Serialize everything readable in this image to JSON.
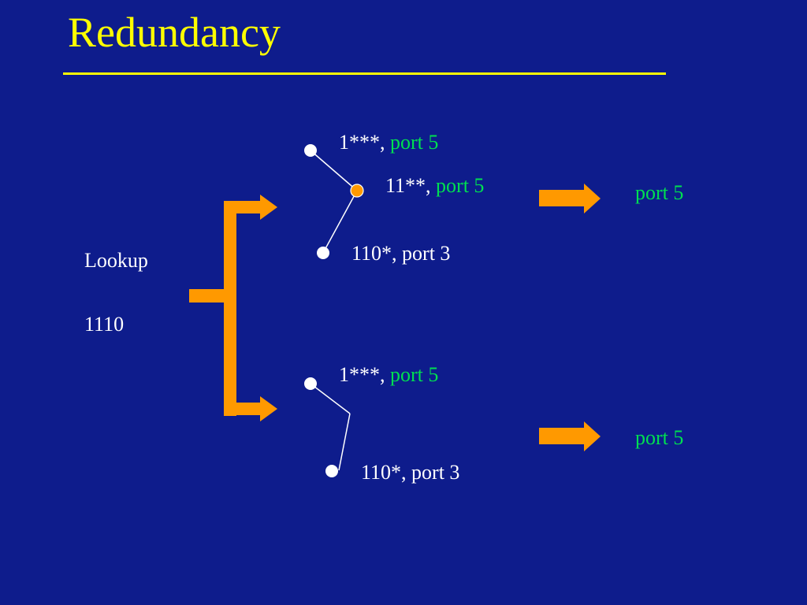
{
  "slide": {
    "title": "Redundancy"
  },
  "lookup": {
    "label": "Lookup",
    "value": "1110"
  },
  "top_tree": {
    "n1": {
      "prefix": "1***,",
      "port": "port 5"
    },
    "n2": {
      "prefix": "11**,",
      "port": "port 5"
    },
    "n3": {
      "prefix": "110*,",
      "port": "port 3"
    }
  },
  "bottom_tree": {
    "n1": {
      "prefix": "1***,",
      "port": "port 5"
    },
    "n2": {
      "prefix": "110*,",
      "port": "port 3"
    }
  },
  "results": {
    "top": "port 5",
    "bottom": "port 5"
  },
  "colors": {
    "background": "#0E1C8C",
    "title": "#FFFF00",
    "arrow": "#FF9900",
    "highlight": "#00E050",
    "text": "#FFFFFF",
    "matched_node": "#FF9900"
  }
}
